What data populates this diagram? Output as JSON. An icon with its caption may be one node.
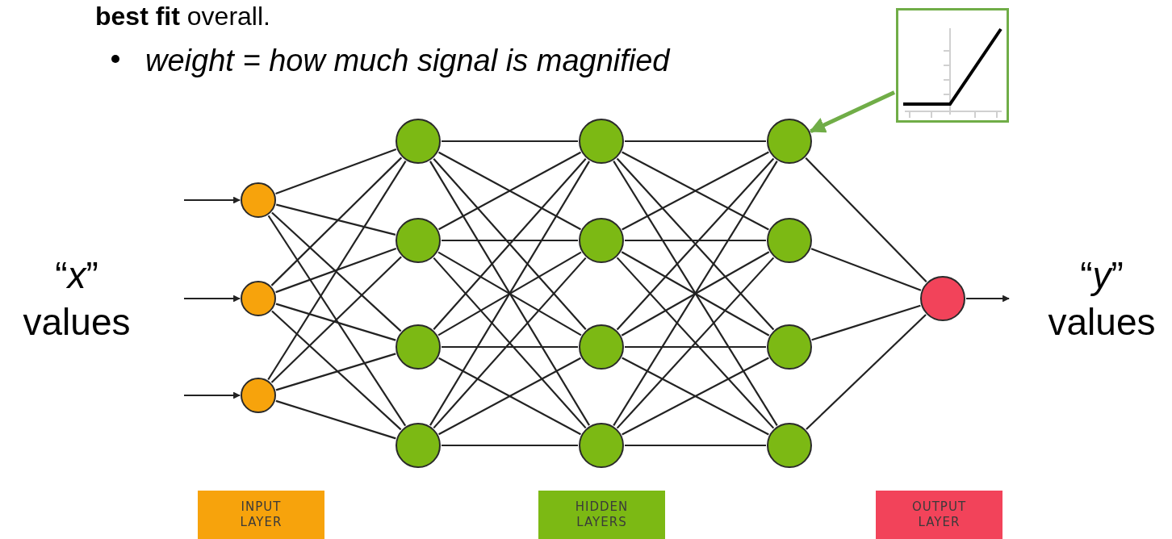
{
  "diagram": {
    "nodes": [
      {
        "text": [],
        "shape": "circle"
      },
      {
        "text": [],
        "shape": "circle"
      },
      {
        "text": [],
        "shape": "circle"
      },
      {
        "text": [],
        "shape": "circle"
      },
      {
        "text": [],
        "shape": "circle"
      },
      {
        "text": [],
        "shape": "circle"
      },
      {
        "text": [],
        "shape": "circle"
      },
      {
        "text": [],
        "shape": "circle"
      },
      {
        "text": [],
        "shape": "circle"
      },
      {
        "text": [],
        "shape": "circle"
      },
      {
        "text": [],
        "shape": "circle"
      },
      {
        "text": [],
        "shape": "circle"
      },
      {
        "text": [],
        "shape": "circle"
      },
      {
        "text": [],
        "shape": "circle"
      },
      {
        "text": [],
        "shape": "circle"
      },
      {
        "text": [],
        "shape": "circle"
      },
      {
        "text": [],
        "shape": "picture"
      }
    ],
    "edges": [
      {
        "from": null,
        "to": 0,
        "arrow": "to"
      },
      {
        "from": null,
        "to": 1,
        "arrow": "to"
      },
      {
        "from": null,
        "to": 2,
        "arrow": "to"
      },
      {
        "from": 0,
        "to": 3,
        "arrow": "none"
      },
      {
        "from": 0,
        "to": 4,
        "arrow": "none"
      },
      {
        "from": 0,
        "to": 5,
        "arrow": "none"
      },
      {
        "from": 0,
        "to": 6,
        "arrow": "none"
      },
      {
        "from": 1,
        "to": 3,
        "arrow": "none"
      },
      {
        "from": 1,
        "to": 4,
        "arrow": "none"
      },
      {
        "from": 1,
        "to": 5,
        "arrow": "none"
      },
      {
        "from": 1,
        "to": 6,
        "arrow": "none"
      },
      {
        "from": 2,
        "to": 3,
        "arrow": "none"
      },
      {
        "from": 2,
        "to": 4,
        "arrow": "none"
      },
      {
        "from": 2,
        "to": 5,
        "arrow": "none"
      },
      {
        "from": 2,
        "to": 6,
        "arrow": "none"
      },
      {
        "from": 3,
        "to": 7,
        "arrow": "none"
      },
      {
        "from": 3,
        "to": 8,
        "arrow": "none"
      },
      {
        "from": 3,
        "to": 9,
        "arrow": "none"
      },
      {
        "from": 3,
        "to": 10,
        "arrow": "none"
      },
      {
        "from": 4,
        "to": 7,
        "arrow": "none"
      },
      {
        "from": 4,
        "to": 8,
        "arrow": "none"
      },
      {
        "from": 4,
        "to": 9,
        "arrow": "none"
      },
      {
        "from": 4,
        "to": 10,
        "arrow": "none"
      },
      {
        "from": 5,
        "to": 7,
        "arrow": "none"
      },
      {
        "from": 5,
        "to": 8,
        "arrow": "none"
      },
      {
        "from": 5,
        "to": 9,
        "arrow": "none"
      },
      {
        "from": 5,
        "to": 10,
        "arrow": "none"
      },
      {
        "from": 6,
        "to": 7,
        "arrow": "none"
      },
      {
        "from": 6,
        "to": 8,
        "arrow": "none"
      },
      {
        "from": 6,
        "to": 9,
        "arrow": "none"
      },
      {
        "from": 6,
        "to": 10,
        "arrow": "none"
      },
      {
        "from": 7,
        "to": 11,
        "arrow": "none"
      },
      {
        "from": 7,
        "to": 12,
        "arrow": "none"
      },
      {
        "from": 7,
        "to": 13,
        "arrow": "none"
      },
      {
        "from": 7,
        "to": 14,
        "arrow": "none"
      },
      {
        "from": 8,
        "to": 11,
        "arrow": "none"
      },
      {
        "from": 8,
        "to": 12,
        "arrow": "none"
      },
      {
        "from": 8,
        "to": 13,
        "arrow": "none"
      },
      {
        "from": 8,
        "to": 14,
        "arrow": "none"
      },
      {
        "from": 9,
        "to": 11,
        "arrow": "none"
      },
      {
        "from": 9,
        "to": 12,
        "arrow": "none"
      },
      {
        "from": 9,
        "to": 13,
        "arrow": "none"
      },
      {
        "from": 9,
        "to": 14,
        "arrow": "none"
      },
      {
        "from": 10,
        "to": 11,
        "arrow": "none"
      },
      {
        "from": 10,
        "to": 12,
        "arrow": "none"
      },
      {
        "from": 10,
        "to": 13,
        "arrow": "none"
      },
      {
        "from": 10,
        "to": 14,
        "arrow": "none"
      },
      {
        "from": 11,
        "to": 15,
        "arrow": "none"
      },
      {
        "from": 12,
        "to": 15,
        "arrow": "none"
      },
      {
        "from": 13,
        "to": 15,
        "arrow": "none"
      },
      {
        "from": 14,
        "to": 15,
        "arrow": "none"
      },
      {
        "from": 15,
        "to": null,
        "arrow": "to"
      },
      {
        "from": 16,
        "to": 11,
        "arrow": "to",
        "style": "thick",
        "color": "#70ad47"
      }
    ],
    "labels": [
      "**best fit** overall.",
      "weight = how much signal is magnified",
      "“*x*” values",
      "“*y*” values"
    ],
    "legend": [
      {
        "text": "INPUT LAYER",
        "color": "#f7a30c"
      },
      {
        "text": "HIDDEN LAYERS",
        "color": "#7cb914"
      },
      {
        "text": "OUTPUT LAYER",
        "color": "#f2435a"
      }
    ]
  }
}
